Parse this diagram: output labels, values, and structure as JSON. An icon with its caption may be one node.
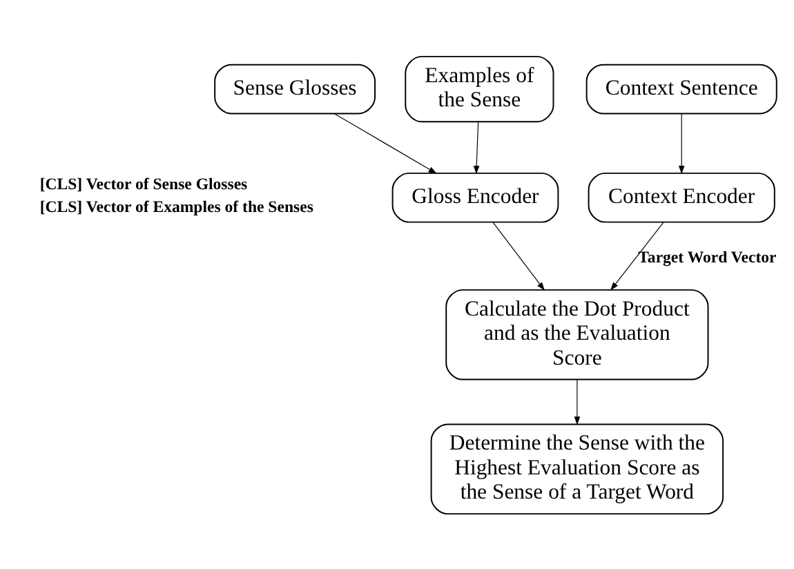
{
  "diagram": {
    "nodes": [
      {
        "text": [
          "Sense Glosses"
        ]
      },
      {
        "text": [
          "Examples of the Sense"
        ]
      },
      {
        "text": [
          "Context Sentence"
        ]
      },
      {
        "text": [
          "Gloss Encoder"
        ]
      },
      {
        "text": [
          "Context Encoder"
        ]
      },
      {
        "text": [
          "Calculate the Dot Product and as the Evaluation Score"
        ]
      },
      {
        "text": [
          "Determine the Sense with the Highest Evaluation Score as the Sense of a Target Word"
        ]
      }
    ],
    "edges": [
      {
        "from": 0,
        "to": 3,
        "arrow": "to"
      },
      {
        "from": 1,
        "to": 3,
        "arrow": "to"
      },
      {
        "from": 2,
        "to": 4,
        "arrow": "to"
      },
      {
        "from": 3,
        "to": 5,
        "arrow": "to"
      },
      {
        "from": 4,
        "to": 5,
        "arrow": "to",
        "label": "Target Word Vector"
      },
      {
        "from": 5,
        "to": 6,
        "arrow": "to"
      }
    ],
    "labels": [
      "[CLS] Vector of Sense Glosses",
      "[CLS] Vector of Examples of the Senses"
    ]
  }
}
